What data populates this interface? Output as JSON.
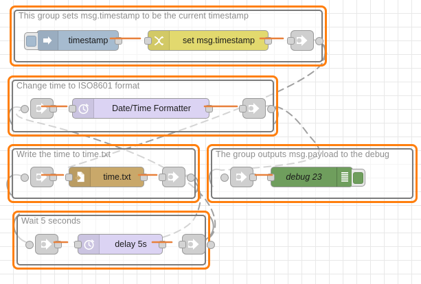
{
  "app": {
    "name": "node-red-flow-editor",
    "canvas_background": "#ffffff",
    "grid_color": "#e8e8e8",
    "group_border_color": "#ff7f0e",
    "group_inner_border_color": "#7a7a7a",
    "wire_color": "#e8803a",
    "link_wire_color": "#a0a0a0"
  },
  "groups": [
    {
      "id": "group-timestamp",
      "label": "This group sets msg.timestamp to be the current timestamp",
      "nodes": [
        {
          "id": "inject-timestamp",
          "type": "inject",
          "label": "timestamp",
          "color": "#a6bbcf",
          "icon": "inject-arrow-icon",
          "has_button": true
        },
        {
          "id": "change-set-timestamp",
          "type": "change",
          "label": "set msg.timestamp",
          "color": "#e2d96e",
          "icon": "change-swap-icon"
        },
        {
          "id": "link-out-1",
          "type": "link-out",
          "label": "",
          "color": "#cfcfcf",
          "icon": "link-out-icon"
        }
      ]
    },
    {
      "id": "group-iso8601",
      "label": "Change time to ISO8601 format",
      "nodes": [
        {
          "id": "link-in-2",
          "type": "link-in",
          "label": "",
          "color": "#cfcfcf",
          "icon": "link-in-icon"
        },
        {
          "id": "datetime-formatter",
          "type": "date-time-formatter",
          "label": "Date/Time Formatter",
          "color": "#dbd3f3",
          "icon": "clock-icon"
        },
        {
          "id": "link-out-2",
          "type": "link-out",
          "label": "",
          "color": "#cfcfcf",
          "icon": "link-out-icon"
        }
      ]
    },
    {
      "id": "group-write-file",
      "label": "Write the time to time.txt",
      "nodes": [
        {
          "id": "link-in-3",
          "type": "link-in",
          "label": "",
          "color": "#cfcfcf",
          "icon": "link-in-icon"
        },
        {
          "id": "file-time-txt",
          "type": "file",
          "label": "time.txt",
          "color": "#c9a86a",
          "icon": "file-write-icon"
        },
        {
          "id": "link-out-3",
          "type": "link-out",
          "label": "",
          "color": "#cfcfcf",
          "icon": "link-out-icon"
        }
      ]
    },
    {
      "id": "group-debug",
      "label": "The group outputs msg.payload to the debug",
      "nodes": [
        {
          "id": "link-in-4",
          "type": "link-in",
          "label": "",
          "color": "#cfcfcf",
          "icon": "link-in-icon"
        },
        {
          "id": "debug-23",
          "type": "debug",
          "label": "debug 23",
          "color": "#6f9e5d",
          "icon": "debug-bars-icon",
          "has_toggle": true
        }
      ]
    },
    {
      "id": "group-wait",
      "label": "Wait 5 seconds",
      "nodes": [
        {
          "id": "link-in-5",
          "type": "link-in",
          "label": "",
          "color": "#cfcfcf",
          "icon": "link-in-icon"
        },
        {
          "id": "delay-5s",
          "type": "delay",
          "label": "delay 5s",
          "color": "#dbd3f3",
          "icon": "clock-icon"
        },
        {
          "id": "link-out-5",
          "type": "link-out",
          "label": "",
          "color": "#cfcfcf",
          "icon": "link-out-icon"
        }
      ]
    }
  ]
}
